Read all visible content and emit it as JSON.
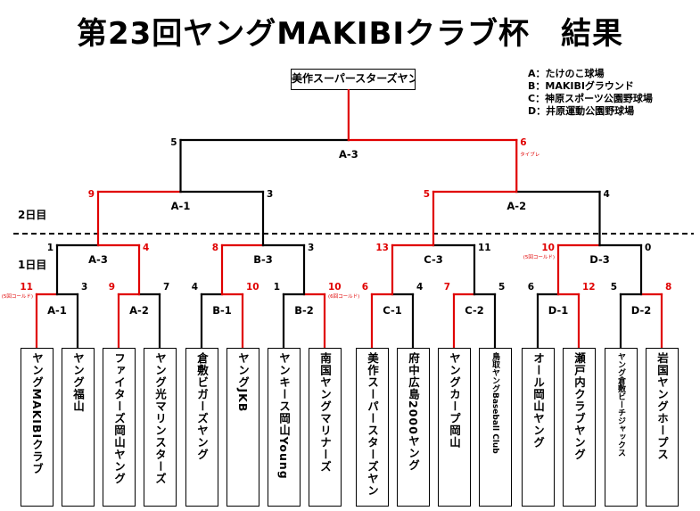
{
  "title": "第23回ヤングMAKIBIクラブ杯　結果",
  "champion": "美作スーパースターズヤング",
  "legend": [
    "A：たけのこ球場",
    "B：MAKIBIグラウンド",
    "C：神原スポーツ公園野球場",
    "D：井原運動公園野球場"
  ],
  "days": {
    "day2": "2日目",
    "day1": "1日目"
  },
  "teams": [
    "ヤングMAKIBIクラブ",
    "ヤング福山",
    "ファイターズ岡山ヤング",
    "ヤング光マリンスターズ",
    "倉敷ビガーズヤング",
    "ヤングJKB",
    "ヤンキース岡山Young",
    "南国ヤングマリナーズ",
    "美作スーパースターズヤン",
    "府中広島2000ヤング",
    "ヤングカープ岡山",
    "鳥取ヤングBaseball Club",
    "オール岡山ヤング",
    "瀬戸内クラブヤング",
    "ヤング倉敷ビーチジャックス",
    "岩国ヤングホープス"
  ],
  "r1": [
    {
      "label": "A-1",
      "l": "11",
      "r": "3",
      "note": "(5回コールド)"
    },
    {
      "label": "A-2",
      "l": "9",
      "r": "7",
      "note": ""
    },
    {
      "label": "B-1",
      "l": "4",
      "r": "10",
      "note": ""
    },
    {
      "label": "B-2",
      "l": "1",
      "r": "10",
      "note": "(6回コールド)"
    },
    {
      "label": "C-1",
      "l": "6",
      "r": "4",
      "note": ""
    },
    {
      "label": "C-2",
      "l": "7",
      "r": "5",
      "note": ""
    },
    {
      "label": "D-1",
      "l": "6",
      "r": "12",
      "note": ""
    },
    {
      "label": "D-2",
      "l": "5",
      "r": "8",
      "note": ""
    }
  ],
  "r2": [
    {
      "label": "A-3",
      "l": "1",
      "r": "4",
      "note": ""
    },
    {
      "label": "B-3",
      "l": "8",
      "r": "3",
      "note": ""
    },
    {
      "label": "C-3",
      "l": "13",
      "r": "11",
      "note": ""
    },
    {
      "label": "D-3",
      "l": "10",
      "r": "0",
      "note": "(5回コールド)"
    }
  ],
  "r3": [
    {
      "label": "A-1",
      "l": "9",
      "r": "3",
      "note": ""
    },
    {
      "label": "A-2",
      "l": "5",
      "r": "4",
      "note": ""
    }
  ],
  "final": {
    "label": "A-3",
    "l": "5",
    "r": "6",
    "note": "タイブレ"
  }
}
